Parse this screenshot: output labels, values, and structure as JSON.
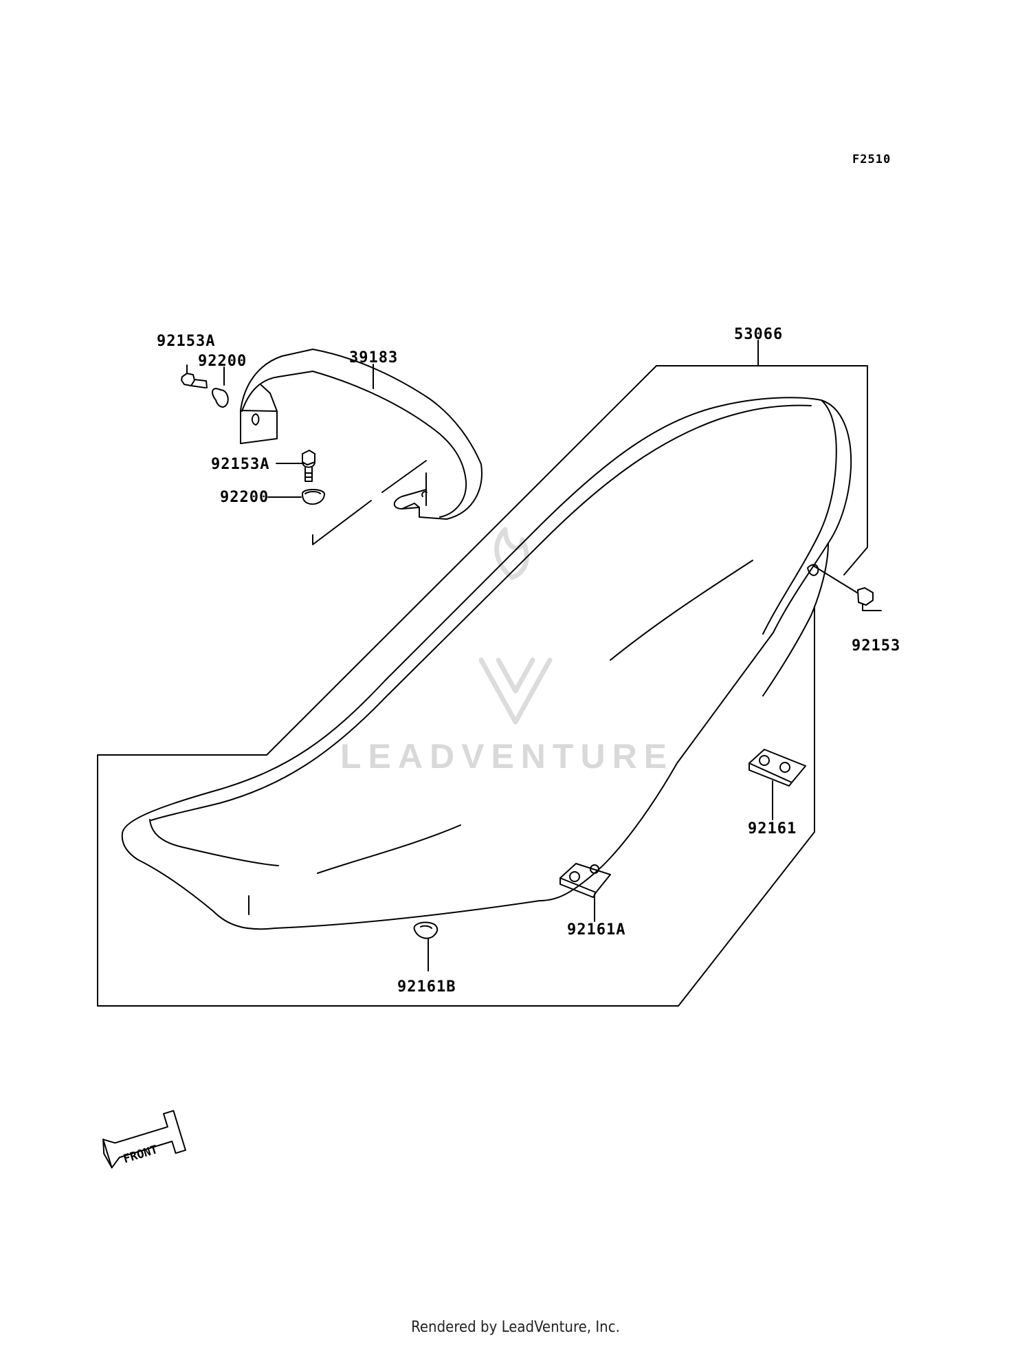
{
  "diagram_code": "F2510",
  "part_labels": {
    "seat": "53066",
    "belt": "39183",
    "bolt_a_top": "92153A",
    "collar_top": "92200",
    "bolt_a_mid": "92153A",
    "collar_mid": "92200",
    "bolt_right": "92153",
    "damper": "92161",
    "damper_a": "92161A",
    "damper_b": "92161B"
  },
  "front_label": "FRONT",
  "watermark": "LEADVENTURE",
  "footer": "Rendered by LeadVenture, Inc."
}
